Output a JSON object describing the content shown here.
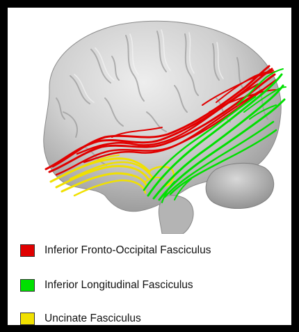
{
  "legend": {
    "items": [
      {
        "label": "Inferior Fronto-Occipital Fasciculus",
        "color": "#e00000"
      },
      {
        "label": "Inferior Longitudinal Fasciculus",
        "color": "#00e000"
      },
      {
        "label": "Uncinate Fasciculus",
        "color": "#f0e000"
      }
    ]
  },
  "colors": {
    "frame": "#000000",
    "background": "#ffffff",
    "brain": "#c9c9c9"
  }
}
